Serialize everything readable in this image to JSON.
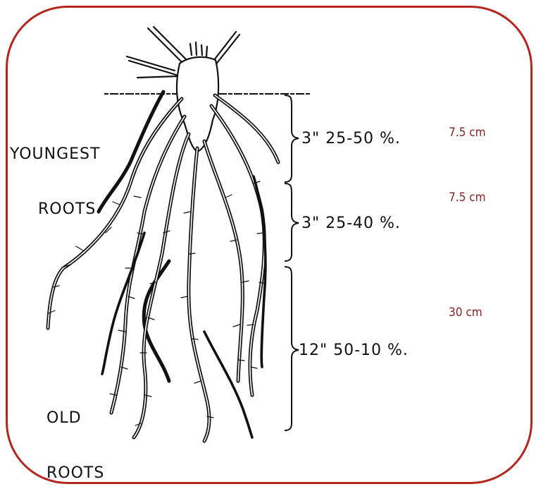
{
  "labels": {
    "youngest": [
      "YOUNGEST",
      "ROOTS"
    ],
    "old": [
      "OLD",
      "ROOTS"
    ]
  },
  "zones": [
    {
      "text": "3\" 25-50 %.",
      "metric": "7.5 cm"
    },
    {
      "text": "3\" 25-40 %.",
      "metric": "7.5 cm"
    },
    {
      "text": "12\" 50-10 %.",
      "metric": "30 cm"
    }
  ],
  "colors": {
    "frame": "#b5261e",
    "metric": "#8b2323",
    "ink": "#111111"
  }
}
